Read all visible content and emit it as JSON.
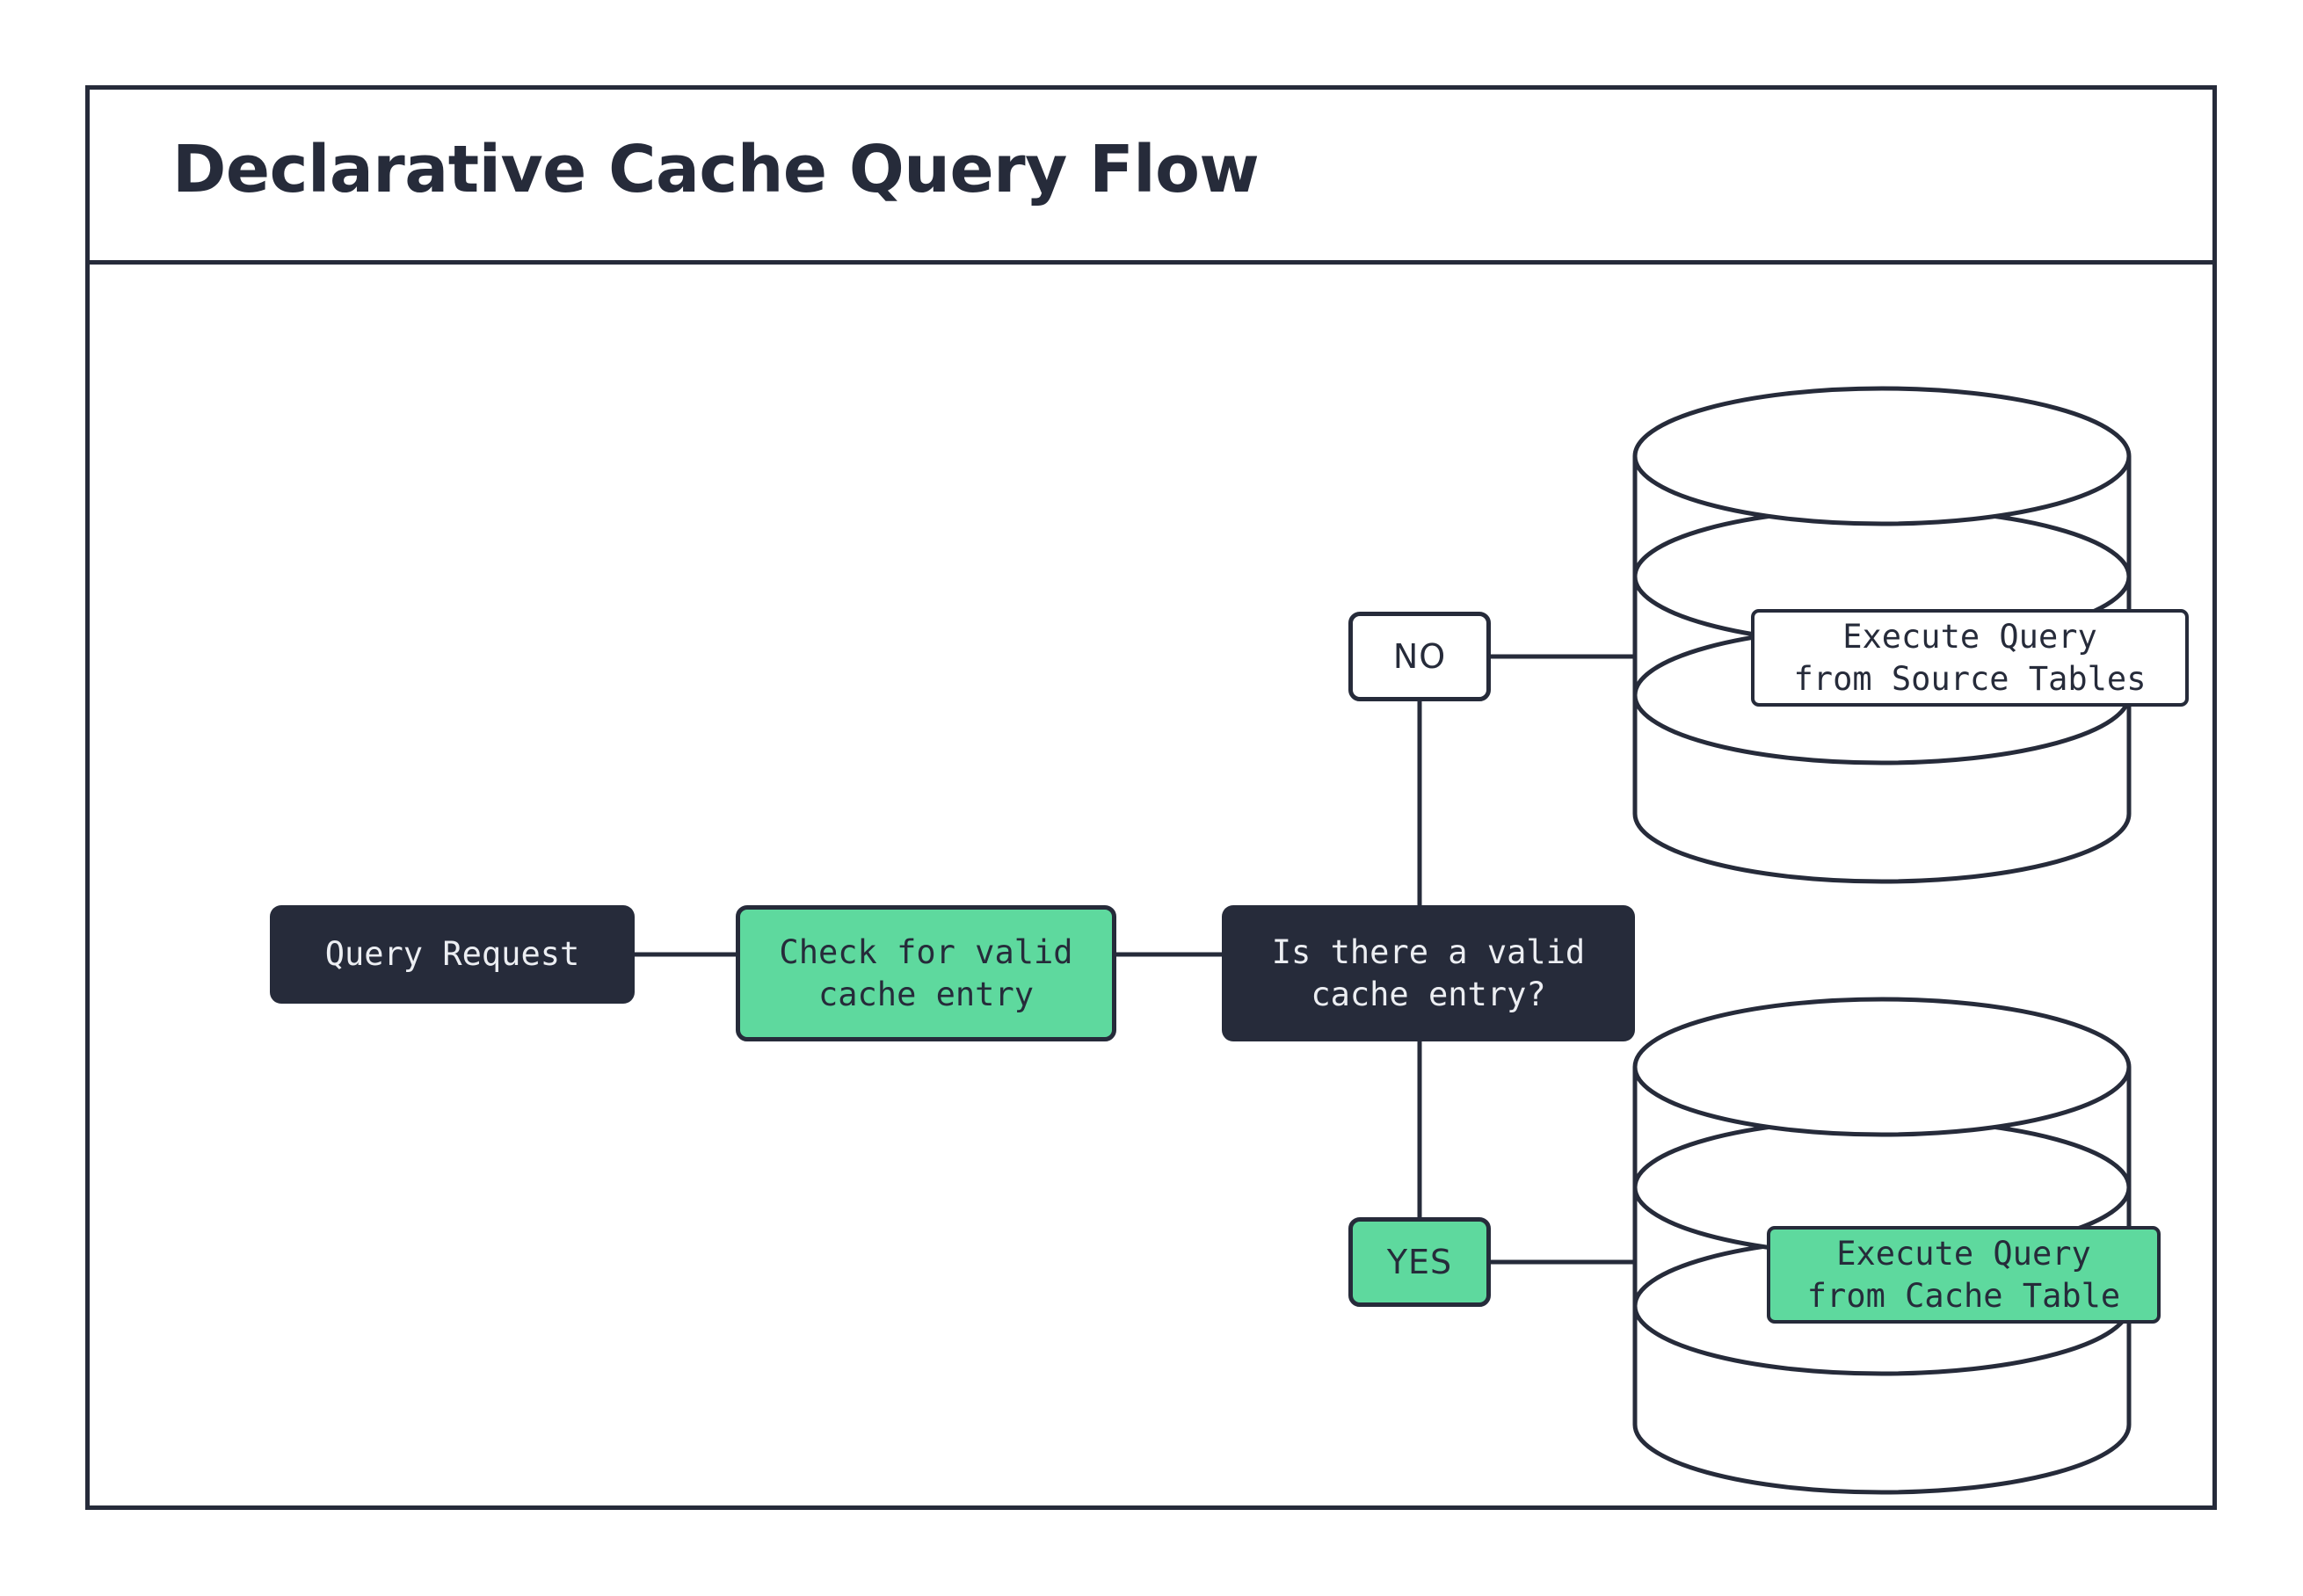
{
  "header": {
    "title": "Declarative Cache Query Flow"
  },
  "colors": {
    "ink": "#262b3a",
    "accent_green": "#5ed99e",
    "surface": "#ffffff",
    "dark_node_text": "#eceef2"
  },
  "flow": {
    "nodes": [
      {
        "id": "query-request",
        "label": "Query Request",
        "style": "dark",
        "shape": "rounded-rect"
      },
      {
        "id": "check-cache",
        "label": "Check for valid\ncache entry",
        "style": "green",
        "shape": "rounded-rect"
      },
      {
        "id": "decision",
        "label": "Is there a valid\ncache entry?",
        "style": "dark",
        "shape": "rounded-rect"
      },
      {
        "id": "label-no",
        "label": "NO",
        "style": "white",
        "shape": "rounded-rect"
      },
      {
        "id": "label-yes",
        "label": "YES",
        "style": "green",
        "shape": "rounded-rect"
      },
      {
        "id": "source-query",
        "label": "Execute Query\nfrom Source Tables",
        "style": "white",
        "shape": "rounded-rect"
      },
      {
        "id": "cache-query",
        "label": "Execute Query\nfrom Cache Table",
        "style": "green",
        "shape": "rounded-rect"
      }
    ],
    "cylinders": [
      {
        "id": "source-database",
        "name": "source-tables-database",
        "discs": 3
      },
      {
        "id": "cache-database",
        "name": "cache-table-database",
        "discs": 3
      }
    ],
    "edges": [
      {
        "from": "query-request",
        "to": "check-cache",
        "label": ""
      },
      {
        "from": "check-cache",
        "to": "decision",
        "label": ""
      },
      {
        "from": "decision",
        "to": "label-no",
        "label": "NO"
      },
      {
        "from": "label-no",
        "to": "source-query",
        "label": ""
      },
      {
        "from": "decision",
        "to": "label-yes",
        "label": "YES"
      },
      {
        "from": "label-yes",
        "to": "cache-query",
        "label": ""
      }
    ]
  }
}
